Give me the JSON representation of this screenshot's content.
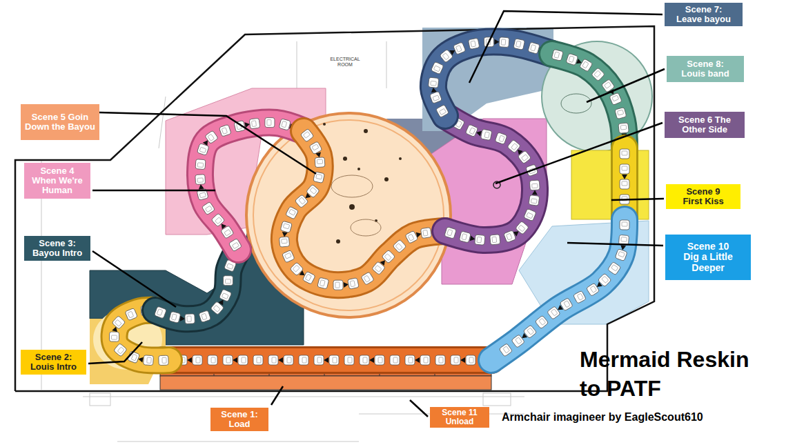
{
  "diagram": {
    "title": "Mermaid Reskin to PATF",
    "caption": "Armchair imagineer by EagleScout610",
    "nodes": [
      {
        "text": [
          "Scene 1: Load"
        ]
      },
      {
        "text": [
          "Scene 2: Louis Intro"
        ]
      },
      {
        "text": [
          "Scene 3: Bayou Intro"
        ]
      },
      {
        "text": [
          "Scene 4 When We're Human"
        ]
      },
      {
        "text": [
          "Scene 5 Goin Down the Bayou"
        ]
      },
      {
        "text": [
          "Scene 6 The Other Side"
        ]
      },
      {
        "text": [
          "Scene 7: Leave bayou"
        ]
      },
      {
        "text": [
          "Scene 8: Louis band"
        ]
      },
      {
        "text": [
          "Scene 9 First Kiss"
        ]
      },
      {
        "text": [
          "Scene 10 Dig a Little Deeper"
        ]
      },
      {
        "text": [
          "Scene 11 Unload"
        ]
      }
    ],
    "labels": [
      "ELECTRICAL ROOM"
    ]
  }
}
